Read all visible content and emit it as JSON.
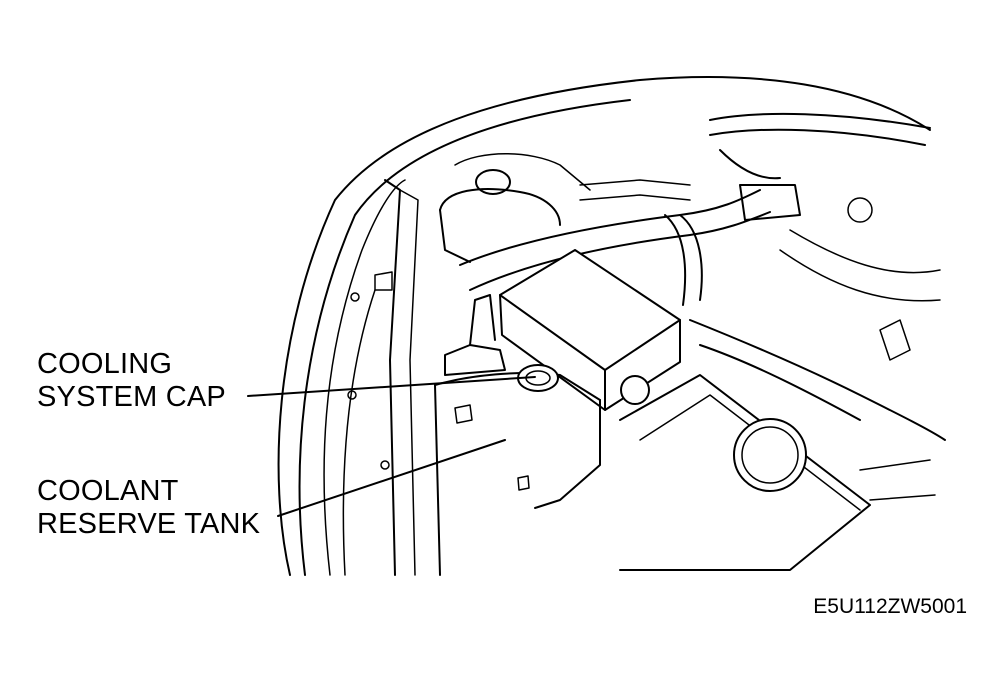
{
  "callouts": {
    "cooling_system_cap": [
      "COOLING",
      "SYSTEM CAP"
    ],
    "coolant_reserve_tank": [
      "COOLANT",
      "RESERVE TANK"
    ]
  },
  "figure_code": "E5U112ZW5001"
}
